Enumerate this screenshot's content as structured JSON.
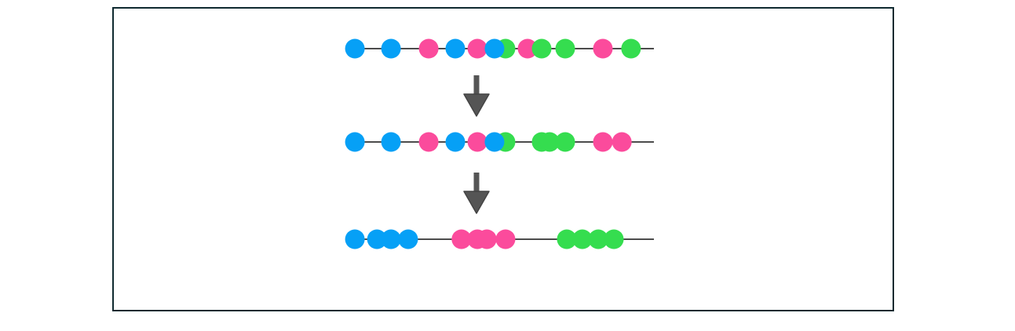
{
  "diagram": {
    "colors": {
      "blue": "#06a0f6",
      "pink": "#fb4b9c",
      "green": "#35dd4f",
      "line": "#111111",
      "arrow": "#555555",
      "frame": "#0f2a30"
    },
    "axis_range": [
      0,
      100
    ],
    "rows": [
      {
        "name": "row-initial",
        "dots": [
          {
            "v": 3.1,
            "c": "blue"
          },
          {
            "v": 14.9,
            "c": "blue"
          },
          {
            "v": 27.2,
            "c": "pink"
          },
          {
            "v": 35.9,
            "c": "blue"
          },
          {
            "v": 43.1,
            "c": "pink"
          },
          {
            "v": 52.3,
            "c": "green"
          },
          {
            "v": 59.5,
            "c": "pink"
          },
          {
            "v": 48.7,
            "c": "blue"
          },
          {
            "v": 64.1,
            "c": "green"
          },
          {
            "v": 71.8,
            "c": "green"
          },
          {
            "v": 84.1,
            "c": "pink"
          },
          {
            "v": 93.3,
            "c": "green"
          }
        ]
      },
      {
        "name": "row-intermediate",
        "dots": [
          {
            "v": 3.1,
            "c": "blue"
          },
          {
            "v": 14.9,
            "c": "blue"
          },
          {
            "v": 27.2,
            "c": "pink"
          },
          {
            "v": 35.9,
            "c": "blue"
          },
          {
            "v": 52.3,
            "c": "green"
          },
          {
            "v": 43.1,
            "c": "pink"
          },
          {
            "v": 48.7,
            "c": "blue"
          },
          {
            "v": 64.1,
            "c": "green"
          },
          {
            "v": 66.7,
            "c": "green"
          },
          {
            "v": 71.8,
            "c": "green"
          },
          {
            "v": 84.1,
            "c": "pink"
          },
          {
            "v": 90.3,
            "c": "pink"
          }
        ]
      },
      {
        "name": "row-final",
        "dots": [
          {
            "v": 3.1,
            "c": "blue"
          },
          {
            "v": 10.3,
            "c": "blue"
          },
          {
            "v": 14.9,
            "c": "blue"
          },
          {
            "v": 20.5,
            "c": "blue"
          },
          {
            "v": 37.9,
            "c": "pink"
          },
          {
            "v": 43.1,
            "c": "pink"
          },
          {
            "v": 46.2,
            "c": "pink"
          },
          {
            "v": 52.3,
            "c": "pink"
          },
          {
            "v": 72.3,
            "c": "green"
          },
          {
            "v": 77.4,
            "c": "green"
          },
          {
            "v": 82.6,
            "c": "green"
          },
          {
            "v": 87.7,
            "c": "green"
          }
        ]
      }
    ],
    "arrows": [
      "arrow-1",
      "arrow-2"
    ]
  }
}
